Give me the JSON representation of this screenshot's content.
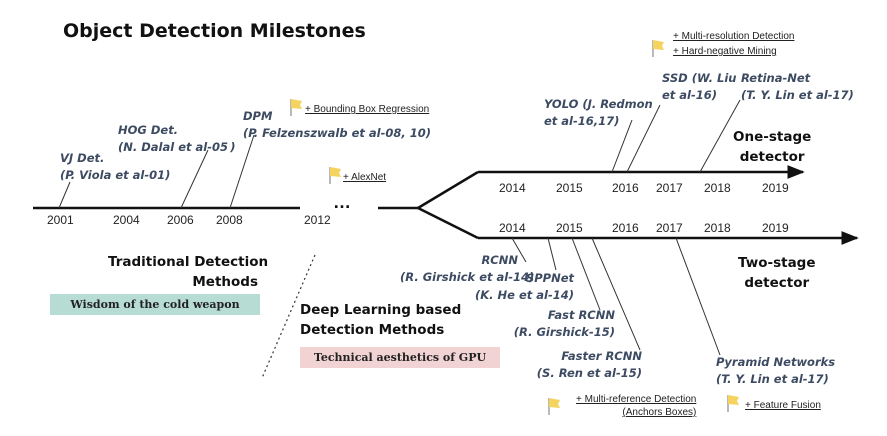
{
  "title": "Object Detection Milestones",
  "colors": {
    "text_dark": "#111111",
    "label_blue": "#3d4b62",
    "badge_green": "#b7dcd3",
    "badge_pink": "#f2d3d3",
    "flag_yellow": "#f4d35e",
    "flag_pole": "#8a8a8a"
  },
  "timeline": {
    "years": [
      "2001",
      "2004",
      "2006",
      "2008",
      "2012"
    ],
    "ellipsis": "…"
  },
  "one_stage": {
    "label_line1": "One-stage",
    "label_line2": "detector",
    "years": [
      "2014",
      "2015",
      "2016",
      "2017",
      "2018",
      "2019"
    ]
  },
  "two_stage": {
    "label_line1": "Two-stage",
    "label_line2": "detector",
    "years": [
      "2014",
      "2015",
      "2016",
      "2017",
      "2018",
      "2019"
    ]
  },
  "traditional": {
    "heading_line1": "Traditional Detection",
    "heading_line2": "Methods",
    "badge": "Wisdom of the cold weapon"
  },
  "deep": {
    "heading_line1": "Deep Learning based",
    "heading_line2": "Detection Methods",
    "badge": "Technical aesthetics of GPU"
  },
  "milestones": {
    "vj": {
      "line1": "VJ Det.",
      "line2": "(P. Viola et al-01)"
    },
    "hog": {
      "line1": "HOG Det.",
      "line2": "(N. Dalal et al-05 )"
    },
    "dpm": {
      "line1": "DPM",
      "line2": "(P. Felzenszwalb et al-08, 10)"
    },
    "yolo": {
      "line1": "YOLO (J. Redmon",
      "line2": "et al-16,17)"
    },
    "ssd": {
      "line1": "SSD (W. Liu",
      "line2": "et al-16)"
    },
    "retina": {
      "line1": "Retina-Net",
      "line2": "(T. Y. Lin et al-17)"
    },
    "rcnn": {
      "line1": "RCNN",
      "line2": "(R. Girshick et al-14)"
    },
    "sppnet": {
      "line1": "SPPNet",
      "line2": "(K. He et al-14)"
    },
    "fast_rcnn": {
      "line1": "Fast RCNN",
      "line2": "(R. Girshick-15)"
    },
    "faster_rcnn": {
      "line1": "Faster RCNN",
      "line2": "(S. Ren et al-15)"
    },
    "fpn": {
      "line1": "Pyramid Networks",
      "line2": "(T. Y. Lin et al-17)"
    }
  },
  "notes": {
    "bbox": "+ Bounding Box Regression",
    "alexnet": "+ AlexNet",
    "multires": "+ Multi-resolution Detection",
    "hardneg": "+ Hard-negative Mining",
    "multiref": "+ Multi-reference Detection",
    "anchors": "(Anchors Boxes)",
    "fusion": "+ Feature Fusion"
  }
}
